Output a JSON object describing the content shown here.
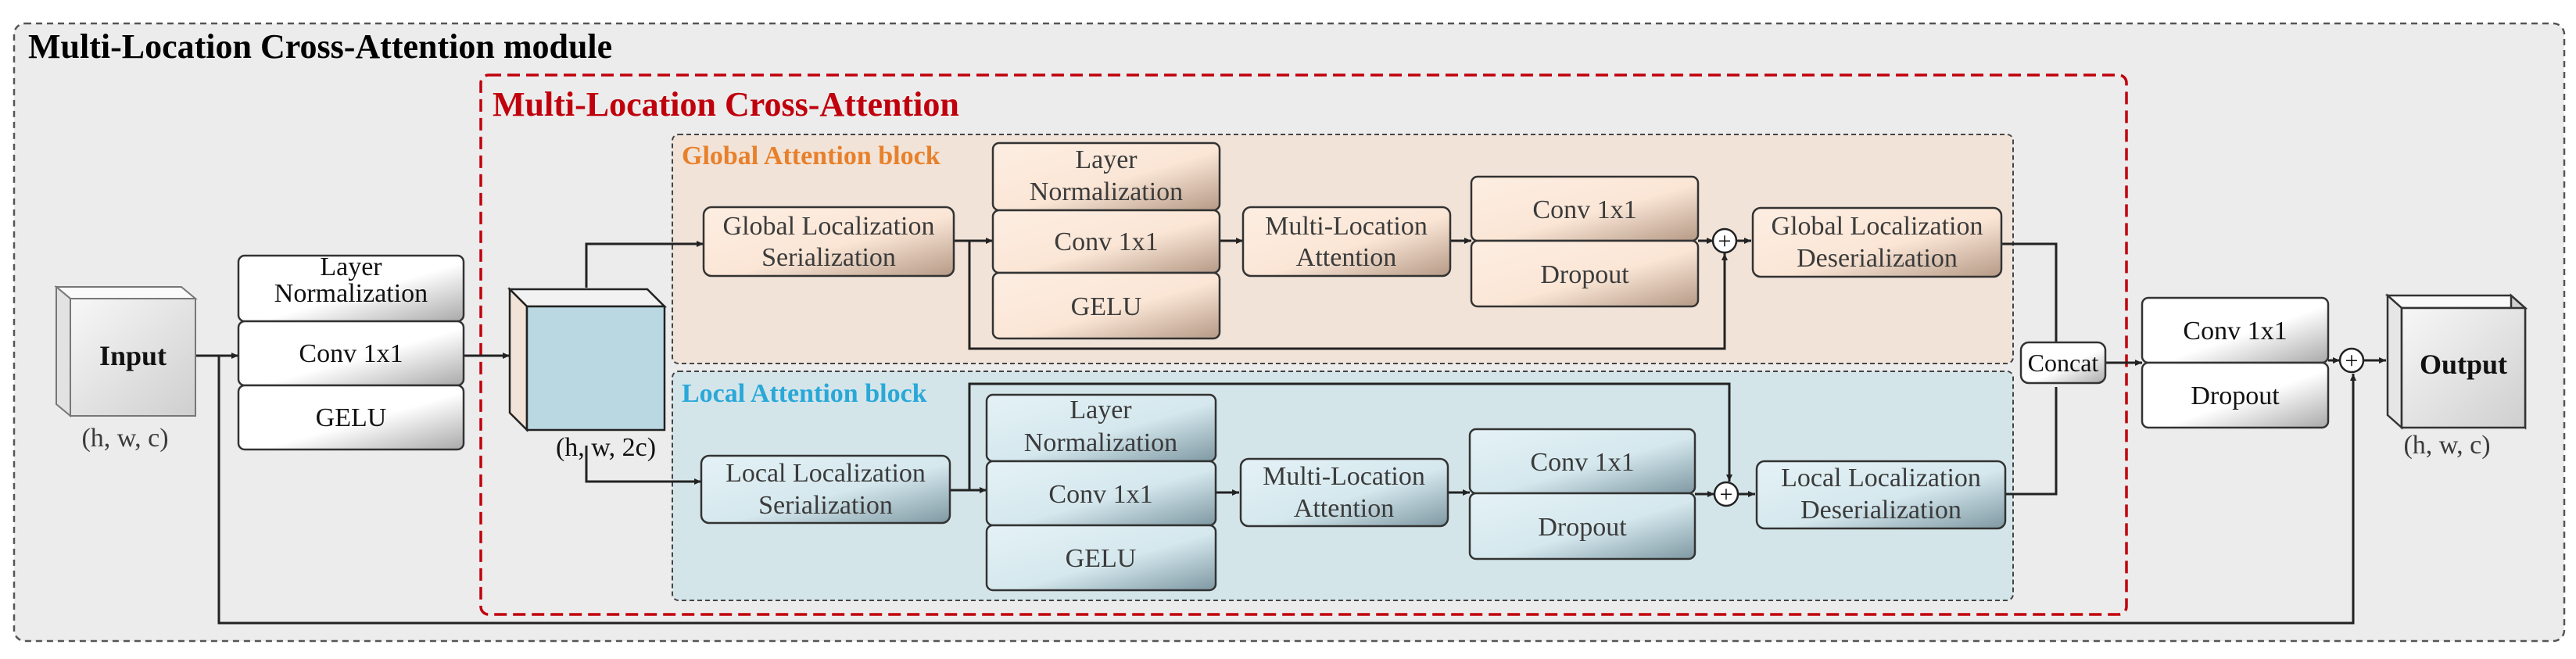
{
  "module": {
    "title": "Multi-Location Cross-Attention module"
  },
  "mlca": {
    "title": "Multi-Location Cross-Attention",
    "border_color": "#c0000c"
  },
  "global_block": {
    "title": "Global Attention block",
    "title_color": "#e8802a",
    "fill": "#f1e3d8",
    "serialization": "Global Localization Serialization",
    "norm_stack": [
      "Layer Normalization",
      "Conv 1x1",
      "GELU"
    ],
    "attention": "Multi-Location Attention",
    "conv_dropout": [
      "Conv 1x1",
      "Dropout"
    ],
    "deserialization": "Global Localization Deserialization",
    "add_symbol": "+"
  },
  "local_block": {
    "title": "Local Attention block",
    "title_color": "#2aa8d8",
    "fill": "#d4e5ea",
    "serialization": "Local Localization Serialization",
    "norm_stack": [
      "Layer Normalization",
      "Conv 1x1",
      "GELU"
    ],
    "attention": "Multi-Location Attention",
    "conv_dropout": [
      "Conv 1x1",
      "Dropout"
    ],
    "deserialization": "Local Localization Deserialization",
    "add_symbol": "+"
  },
  "input": {
    "label": "Input",
    "shape": "(h, w, c)"
  },
  "pre_stack": [
    "Layer Normalization",
    "Conv 1x1",
    "GELU"
  ],
  "feature_cube": {
    "shape": "(h, w, 2c)",
    "front_color": "#b9d8e1",
    "side_color": "#f1e3d8"
  },
  "concat": "Concat",
  "post_stack": [
    "Conv 1x1",
    "Dropout"
  ],
  "output": {
    "label": "Output",
    "shape": "(h, w, c)",
    "add_symbol": "+"
  }
}
